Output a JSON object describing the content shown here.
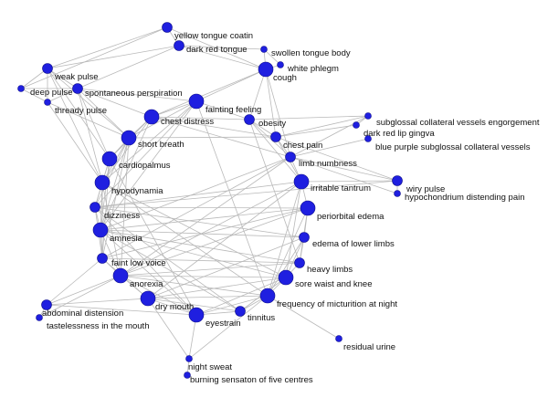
{
  "nodes": [
    {
      "id": "yellow-tongue-coating",
      "label": "yellow tongue coatin",
      "size": "medium"
    },
    {
      "id": "dark-red-tongue",
      "label": "dark red tongue",
      "size": "medium"
    },
    {
      "id": "swollen-tongue-body",
      "label": "swollen tongue body",
      "size": "small"
    },
    {
      "id": "white-phlegm",
      "label": "white phlegm",
      "size": "small"
    },
    {
      "id": "weak-pulse",
      "label": "weak pulse",
      "size": "medium"
    },
    {
      "id": "cough",
      "label": "cough",
      "size": "large"
    },
    {
      "id": "deep-pulse",
      "label": "deep pulse",
      "size": "small"
    },
    {
      "id": "spontaneous-perspiration",
      "label": "spontaneous perspiration",
      "size": "medium"
    },
    {
      "id": "thready-pulse",
      "label": "thready pulse",
      "size": "small"
    },
    {
      "id": "fainting-feeling",
      "label": "fainting feeling",
      "size": "large"
    },
    {
      "id": "chest-distress",
      "label": "chest distress",
      "size": "large"
    },
    {
      "id": "obesity",
      "label": "obesity",
      "size": "medium"
    },
    {
      "id": "subglossal-collateral-vessels-engorgement",
      "label": "subglossal collateral vessels engorgement",
      "size": "small"
    },
    {
      "id": "dark-red-lip-gingiva",
      "label": "dark red lip gingva",
      "size": "small"
    },
    {
      "id": "blue-purple-subglossal-collateral-vessels",
      "label": "blue purple subglossal collateral vessels",
      "size": "small"
    },
    {
      "id": "chest-pain",
      "label": "chest pain",
      "size": "medium"
    },
    {
      "id": "short-breath",
      "label": "short breath",
      "size": "large"
    },
    {
      "id": "limb-numbness",
      "label": "limb numbness",
      "size": "medium"
    },
    {
      "id": "cardiopalmus",
      "label": "cardiopalmus",
      "size": "large"
    },
    {
      "id": "irritable-tantrum",
      "label": "irritable tantrum",
      "size": "large"
    },
    {
      "id": "wiry-pulse",
      "label": "wiry pulse",
      "size": "medium"
    },
    {
      "id": "hypochondrium-distending-pain",
      "label": "hypochondrium distending pain",
      "size": "small"
    },
    {
      "id": "hypodynamia",
      "label": "hypodynamia",
      "size": "large"
    },
    {
      "id": "dizziness",
      "label": "dizziness",
      "size": "medium"
    },
    {
      "id": "periorbital-edema",
      "label": "periorbital edema",
      "size": "large"
    },
    {
      "id": "amnesia",
      "label": "amnesia",
      "size": "large"
    },
    {
      "id": "edema-of-lower-limbs",
      "label": "edema of lower limbs",
      "size": "medium"
    },
    {
      "id": "faint-low-voice",
      "label": "faint low voice",
      "size": "medium"
    },
    {
      "id": "heavy-limbs",
      "label": "heavy limbs",
      "size": "medium"
    },
    {
      "id": "anorexia",
      "label": "anorexia",
      "size": "large"
    },
    {
      "id": "sore-waist-and-knee",
      "label": "sore waist and knee",
      "size": "large"
    },
    {
      "id": "frequency-of-micturition-at-night",
      "label": "frequency of micturition at night",
      "size": "large"
    },
    {
      "id": "dry-mouth",
      "label": "dry mouth",
      "size": "large"
    },
    {
      "id": "abdominal-distension",
      "label": "abdominal distension",
      "size": "medium"
    },
    {
      "id": "tinnitus",
      "label": "tinnitus",
      "size": "medium"
    },
    {
      "id": "tastelessness-in-the-mouth",
      "label": "tastelessness in the mouth",
      "size": "small"
    },
    {
      "id": "eyestrain",
      "label": "eyestrain",
      "size": "large"
    },
    {
      "id": "residual-urine",
      "label": "residual urine",
      "size": "small"
    },
    {
      "id": "night-sweat",
      "label": "night sweat",
      "size": "small"
    },
    {
      "id": "burning-sensation-of-five-centres",
      "label": "burning sensaton of five centres",
      "size": "small"
    }
  ],
  "edges": [
    [
      "yellow-tongue-coating",
      "dark-red-tongue"
    ],
    [
      "yellow-tongue-coating",
      "weak-pulse"
    ],
    [
      "yellow-tongue-coating",
      "cough"
    ],
    [
      "yellow-tongue-coating",
      "deep-pulse"
    ],
    [
      "dark-red-tongue",
      "weak-pulse"
    ],
    [
      "dark-red-tongue",
      "cough"
    ],
    [
      "dark-red-tongue",
      "swollen-tongue-body"
    ],
    [
      "dark-red-tongue",
      "spontaneous-perspiration"
    ],
    [
      "swollen-tongue-body",
      "cough"
    ],
    [
      "swollen-tongue-body",
      "white-phlegm"
    ],
    [
      "weak-pulse",
      "deep-pulse"
    ],
    [
      "weak-pulse",
      "thready-pulse"
    ],
    [
      "weak-pulse",
      "spontaneous-perspiration"
    ],
    [
      "weak-pulse",
      "short-breath"
    ],
    [
      "weak-pulse",
      "cardiopalmus"
    ],
    [
      "weak-pulse",
      "hypodynamia"
    ],
    [
      "deep-pulse",
      "thready-pulse"
    ],
    [
      "deep-pulse",
      "spontaneous-perspiration"
    ],
    [
      "thready-pulse",
      "spontaneous-perspiration"
    ],
    [
      "thready-pulse",
      "short-breath"
    ],
    [
      "thready-pulse",
      "hypodynamia"
    ],
    [
      "spontaneous-perspiration",
      "chest-distress"
    ],
    [
      "spontaneous-perspiration",
      "fainting-feeling"
    ],
    [
      "spontaneous-perspiration",
      "short-breath"
    ],
    [
      "spontaneous-perspiration",
      "hypodynamia"
    ],
    [
      "spontaneous-perspiration",
      "cardiopalmus"
    ],
    [
      "cough",
      "obesity"
    ],
    [
      "cough",
      "chest-pain"
    ],
    [
      "cough",
      "chest-distress"
    ],
    [
      "cough",
      "fainting-feeling"
    ],
    [
      "cough",
      "white-phlegm"
    ],
    [
      "cough",
      "limb-numbness"
    ],
    [
      "fainting-feeling",
      "chest-distress"
    ],
    [
      "fainting-feeling",
      "short-breath"
    ],
    [
      "fainting-feeling",
      "obesity"
    ],
    [
      "fainting-feeling",
      "hypodynamia"
    ],
    [
      "fainting-feeling",
      "dizziness"
    ],
    [
      "fainting-feeling",
      "frequency-of-micturition-at-night"
    ],
    [
      "fainting-feeling",
      "amnesia"
    ],
    [
      "chest-distress",
      "short-breath"
    ],
    [
      "chest-distress",
      "chest-pain"
    ],
    [
      "chest-distress",
      "cardiopalmus"
    ],
    [
      "chest-distress",
      "hypodynamia"
    ],
    [
      "chest-distress",
      "limb-numbness"
    ],
    [
      "chest-distress",
      "obesity"
    ],
    [
      "chest-distress",
      "amnesia"
    ],
    [
      "obesity",
      "chest-pain"
    ],
    [
      "obesity",
      "limb-numbness"
    ],
    [
      "obesity",
      "heavy-limbs"
    ],
    [
      "obesity",
      "irritable-tantrum"
    ],
    [
      "subglossal-collateral-vessels-engorgement",
      "dark-red-lip-gingiva"
    ],
    [
      "subglossal-collateral-vessels-engorgement",
      "chest-pain"
    ],
    [
      "subglossal-collateral-vessels-engorgement",
      "limb-numbness"
    ],
    [
      "subglossal-collateral-vessels-engorgement",
      "obesity"
    ],
    [
      "dark-red-lip-gingiva",
      "chest-pain"
    ],
    [
      "blue-purple-subglossal-collateral-vessels",
      "limb-numbness"
    ],
    [
      "chest-pain",
      "limb-numbness"
    ],
    [
      "chest-pain",
      "irritable-tantrum"
    ],
    [
      "chest-pain",
      "wiry-pulse"
    ],
    [
      "chest-pain",
      "short-breath"
    ],
    [
      "limb-numbness",
      "irritable-tantrum"
    ],
    [
      "limb-numbness",
      "wiry-pulse"
    ],
    [
      "limb-numbness",
      "hypochondrium-distending-pain"
    ],
    [
      "limb-numbness",
      "amnesia"
    ],
    [
      "limb-numbness",
      "anorexia"
    ],
    [
      "limb-numbness",
      "faint-low-voice"
    ],
    [
      "irritable-tantrum",
      "wiry-pulse"
    ],
    [
      "irritable-tantrum",
      "periorbital-edema"
    ],
    [
      "irritable-tantrum",
      "sore-waist-and-knee"
    ],
    [
      "irritable-tantrum",
      "dizziness"
    ],
    [
      "irritable-tantrum",
      "frequency-of-micturition-at-night"
    ],
    [
      "irritable-tantrum",
      "dry-mouth"
    ],
    [
      "irritable-tantrum",
      "anorexia"
    ],
    [
      "wiry-pulse",
      "hypochondrium-distending-pain"
    ],
    [
      "wiry-pulse",
      "dizziness"
    ],
    [
      "short-breath",
      "cardiopalmus"
    ],
    [
      "short-breath",
      "hypodynamia"
    ],
    [
      "short-breath",
      "dizziness"
    ],
    [
      "short-breath",
      "amnesia"
    ],
    [
      "short-breath",
      "faint-low-voice"
    ],
    [
      "short-breath",
      "anorexia"
    ],
    [
      "cardiopalmus",
      "hypodynamia"
    ],
    [
      "cardiopalmus",
      "dizziness"
    ],
    [
      "cardiopalmus",
      "amnesia"
    ],
    [
      "cardiopalmus",
      "faint-low-voice"
    ],
    [
      "cardiopalmus",
      "eyestrain"
    ],
    [
      "hypodynamia",
      "dizziness"
    ],
    [
      "hypodynamia",
      "amnesia"
    ],
    [
      "hypodynamia",
      "faint-low-voice"
    ],
    [
      "hypodynamia",
      "anorexia"
    ],
    [
      "hypodynamia",
      "sore-waist-and-knee"
    ],
    [
      "hypodynamia",
      "frequency-of-micturition-at-night"
    ],
    [
      "dizziness",
      "amnesia"
    ],
    [
      "dizziness",
      "faint-low-voice"
    ],
    [
      "dizziness",
      "periorbital-edema"
    ],
    [
      "dizziness",
      "edema-of-lower-limbs"
    ],
    [
      "dizziness",
      "tinnitus"
    ],
    [
      "dizziness",
      "eyestrain"
    ],
    [
      "amnesia",
      "faint-low-voice"
    ],
    [
      "amnesia",
      "anorexia"
    ],
    [
      "amnesia",
      "sore-waist-and-knee"
    ],
    [
      "amnesia",
      "edema-of-lower-limbs"
    ],
    [
      "amnesia",
      "eyestrain"
    ],
    [
      "amnesia",
      "tinnitus"
    ],
    [
      "amnesia",
      "heavy-limbs"
    ],
    [
      "amnesia",
      "periorbital-edema"
    ],
    [
      "periorbital-edema",
      "edema-of-lower-limbs"
    ],
    [
      "periorbital-edema",
      "heavy-limbs"
    ],
    [
      "periorbital-edema",
      "frequency-of-micturition-at-night"
    ],
    [
      "periorbital-edema",
      "faint-low-voice"
    ],
    [
      "periorbital-edema",
      "anorexia"
    ],
    [
      "edema-of-lower-limbs",
      "heavy-limbs"
    ],
    [
      "edema-of-lower-limbs",
      "sore-waist-and-knee"
    ],
    [
      "edema-of-lower-limbs",
      "frequency-of-micturition-at-night"
    ],
    [
      "edema-of-lower-limbs",
      "dry-mouth"
    ],
    [
      "faint-low-voice",
      "anorexia"
    ],
    [
      "faint-low-voice",
      "abdominal-distension"
    ],
    [
      "faint-low-voice",
      "dry-mouth"
    ],
    [
      "faint-low-voice",
      "heavy-limbs"
    ],
    [
      "heavy-limbs",
      "sore-waist-and-knee"
    ],
    [
      "heavy-limbs",
      "anorexia"
    ],
    [
      "anorexia",
      "abdominal-distension"
    ],
    [
      "anorexia",
      "tastelessness-in-the-mouth"
    ],
    [
      "anorexia",
      "dry-mouth"
    ],
    [
      "anorexia",
      "eyestrain"
    ],
    [
      "anorexia",
      "sore-waist-and-knee"
    ],
    [
      "anorexia",
      "frequency-of-micturition-at-night"
    ],
    [
      "sore-waist-and-knee",
      "frequency-of-micturition-at-night"
    ],
    [
      "sore-waist-and-knee",
      "tinnitus"
    ],
    [
      "sore-waist-and-knee",
      "eyestrain"
    ],
    [
      "sore-waist-and-knee",
      "dry-mouth"
    ],
    [
      "frequency-of-micturition-at-night",
      "tinnitus"
    ],
    [
      "frequency-of-micturition-at-night",
      "eyestrain"
    ],
    [
      "frequency-of-micturition-at-night",
      "dry-mouth"
    ],
    [
      "frequency-of-micturition-at-night",
      "residual-urine"
    ],
    [
      "frequency-of-micturition-at-night",
      "night-sweat"
    ],
    [
      "dry-mouth",
      "eyestrain"
    ],
    [
      "dry-mouth",
      "tinnitus"
    ],
    [
      "dry-mouth",
      "abdominal-distension"
    ],
    [
      "dry-mouth",
      "night-sweat"
    ],
    [
      "abdominal-distension",
      "tastelessness-in-the-mouth"
    ],
    [
      "abdominal-distension",
      "eyestrain"
    ],
    [
      "tinnitus",
      "eyestrain"
    ],
    [
      "eyestrain",
      "night-sweat"
    ],
    [
      "night-sweat",
      "burning-sensation-of-five-centres"
    ]
  ]
}
